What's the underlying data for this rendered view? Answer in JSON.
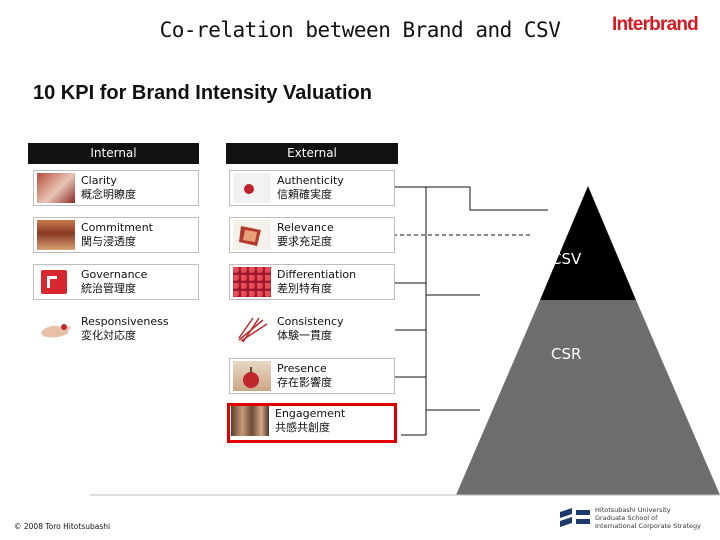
{
  "header": {
    "title": "Co-relation between Brand and CSV",
    "logo": "Interbrand"
  },
  "subtitle": "10 KPI for Brand Intensity Valuation",
  "columns": {
    "internal": "Internal",
    "external": "External"
  },
  "internal_kpis": [
    {
      "en": "Clarity",
      "ja": "概念明瞭度",
      "icon": "clarity-thumbnail"
    },
    {
      "en": "Commitment",
      "ja": "関与浸透度",
      "icon": "commitment-thumbnail"
    },
    {
      "en": "Governance",
      "ja": "統治管理度",
      "icon": "governance-thumbnail"
    },
    {
      "en": "Responsiveness",
      "ja": "変化対応度",
      "icon": "responsiveness-thumbnail"
    }
  ],
  "external_kpis": [
    {
      "en": "Authenticity",
      "ja": "信頼確実度",
      "icon": "authenticity-thumbnail"
    },
    {
      "en": "Relevance",
      "ja": "要求充足度",
      "icon": "relevance-thumbnail"
    },
    {
      "en": "Differentiation",
      "ja": "差別特有度",
      "icon": "differentiation-thumbnail"
    },
    {
      "en": "Consistency",
      "ja": "体験一貫度",
      "icon": "consistency-thumbnail"
    },
    {
      "en": "Presence",
      "ja": "存在影響度",
      "icon": "presence-thumbnail"
    },
    {
      "en": "Engagement",
      "ja": "共感共創度",
      "icon": "engagement-thumbnail",
      "highlight": true
    }
  ],
  "pyramid": {
    "top": "CSV",
    "bottom": "CSR",
    "top_color": "#000000",
    "bottom_color": "#6d6d6d"
  },
  "highlight_color": "#e00000",
  "brand_color": "#d71920",
  "footer": {
    "copyright": "© 2008 Toro Hitotsubashi",
    "university_line1": "Hitotsubashi University",
    "university_line2": "Graduate School of",
    "university_line3": "International Corporate Strategy"
  }
}
